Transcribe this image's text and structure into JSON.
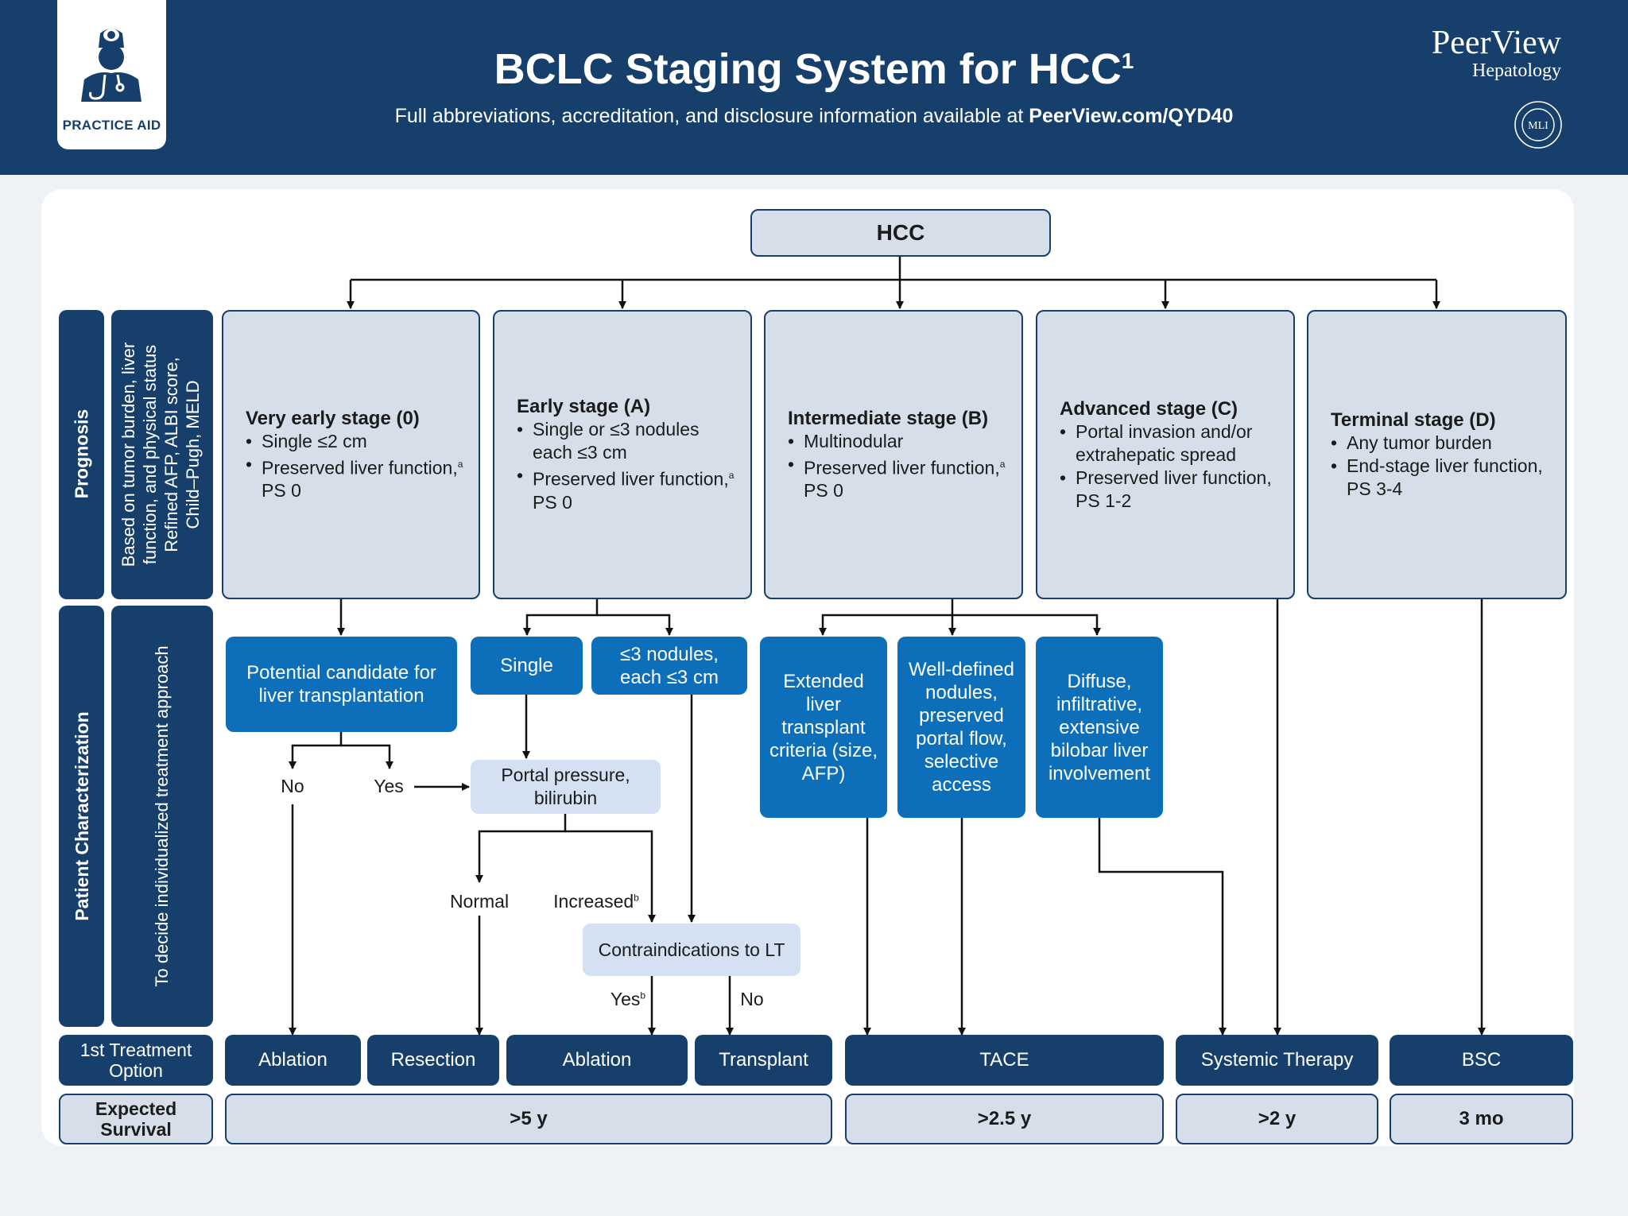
{
  "header": {
    "badge_label": "PRACTICE AID",
    "title": "BCLC Staging System for HCC",
    "title_sup": "1",
    "subtitle_prefix": "Full abbreviations, accreditation, and disclosure information available at ",
    "subtitle_link": "PeerView.com/QYD40",
    "brand_name": "PeerView",
    "brand_sub": "Hepatology",
    "mli_label": "MLI"
  },
  "root": "HCC",
  "row_labels": {
    "prognosis": "Prognosis",
    "prognosis_desc1": "Based on tumor burden, liver",
    "prognosis_desc2": "function, and physical status",
    "prognosis_desc3": "Refined AFP, ALBI score,",
    "prognosis_desc4": "Child–Pugh, MELD",
    "characterization": "Patient Characterization",
    "characterization_desc": "To decide individualized treatment approach",
    "first_treatment": "1st Treatment Option",
    "expected_survival": "Expected Survival"
  },
  "stages": [
    {
      "title": "Very early stage (0)",
      "items": [
        "Single ≤2 cm",
        "Preserved liver function,",
        "PS 0"
      ]
    },
    {
      "title": "Early stage (A)",
      "items": [
        "Single or ≤3 nodules each ≤3 cm",
        "Preserved liver function,",
        "PS 0"
      ]
    },
    {
      "title": "Intermediate stage (B)",
      "items": [
        "Multinodular",
        "Preserved liver function,",
        "PS 0"
      ]
    },
    {
      "title": "Advanced stage (C)",
      "items": [
        "Portal invasion and/or extrahepatic spread",
        "Preserved liver function, PS 1-2"
      ]
    },
    {
      "title": "Terminal stage (D)",
      "items": [
        "Any tumor burden",
        "End-stage liver function, PS 3-4"
      ]
    }
  ],
  "footnote_a": "a",
  "footnote_b": "b",
  "characterization": {
    "candidate": "Potential candidate for liver transplantation",
    "no": "No",
    "yes": "Yes",
    "single": "Single",
    "nodules": "≤3 nodules, each ≤3 cm",
    "portal": "Portal pressure, bilirubin",
    "normal": "Normal",
    "increased": "Increased",
    "contra": "Contraindications to LT",
    "contra_yes": "Yes",
    "contra_no": "No",
    "extended": "Extended liver transplant criteria (size, AFP)",
    "well_defined": "Well-defined nodules, preserved portal flow, selective access",
    "diffuse": "Diffuse, infiltrative, extensive bilobar liver involvement"
  },
  "treatments": [
    "Ablation",
    "Resection",
    "Ablation",
    "Transplant",
    "TACE",
    "Systemic Therapy",
    "BSC"
  ],
  "survival": [
    ">5 y",
    ">2.5 y",
    ">2 y",
    "3 mo"
  ],
  "colors": {
    "navy": "#173f6b",
    "blue": "#0d6fb9",
    "light_blue": "#d3e1f2",
    "stage_fill": "#d6dfe9"
  }
}
